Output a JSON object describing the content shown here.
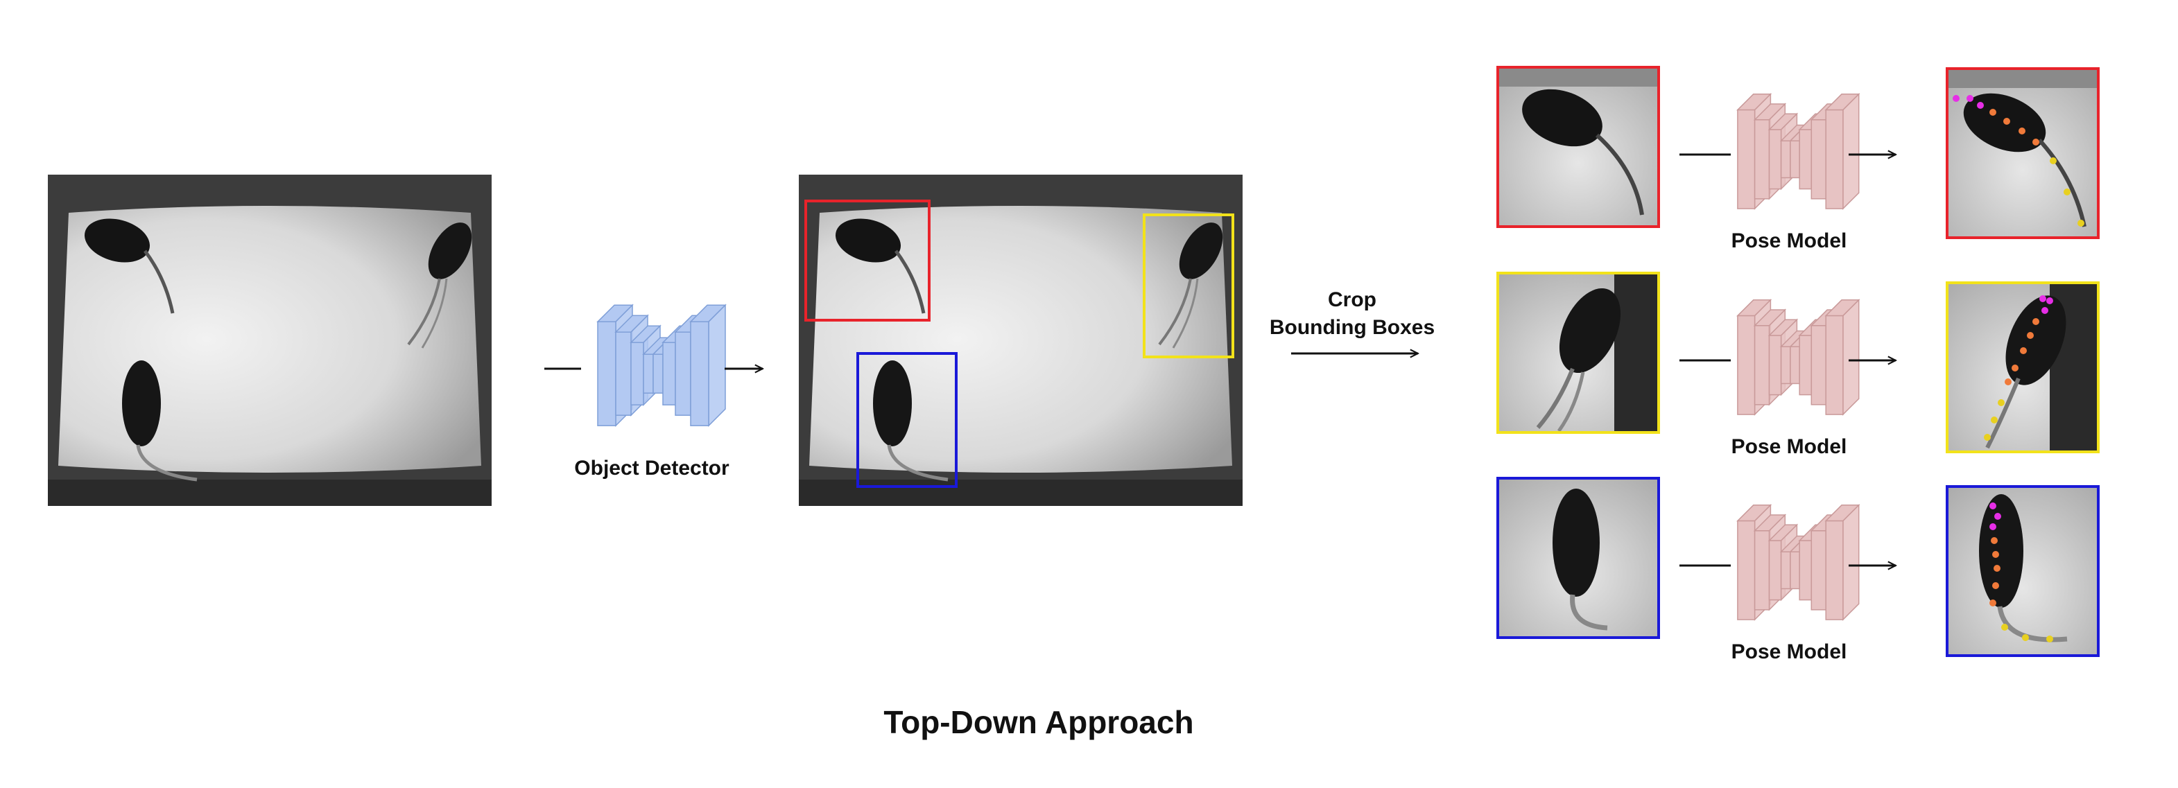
{
  "diagram": {
    "title": "Top-Down Approach",
    "detector_label": "Object Detector",
    "crop_label_line1": "Crop",
    "crop_label_line2": "Bounding Boxes",
    "pose_model_label": "Pose Model",
    "rows": [
      {
        "box_color_name": "red",
        "box_color": "#e8232b"
      },
      {
        "box_color_name": "yellow",
        "box_color": "#f2e21a"
      },
      {
        "box_color_name": "blue",
        "box_color": "#1a19d8"
      }
    ]
  },
  "colors": {
    "detector_fill": "#b3c9f2",
    "detector_stroke": "#7f9fd8",
    "pose_fill": "#e7c3c3",
    "pose_stroke": "#c99a9a",
    "arrow": "#111111",
    "keypoint_head": "#e62ee6",
    "keypoint_body": "#f07a3a",
    "keypoint_tail": "#e8d020"
  },
  "icons": [
    "arrow-right-icon",
    "network-icon",
    "mouse-image"
  ]
}
